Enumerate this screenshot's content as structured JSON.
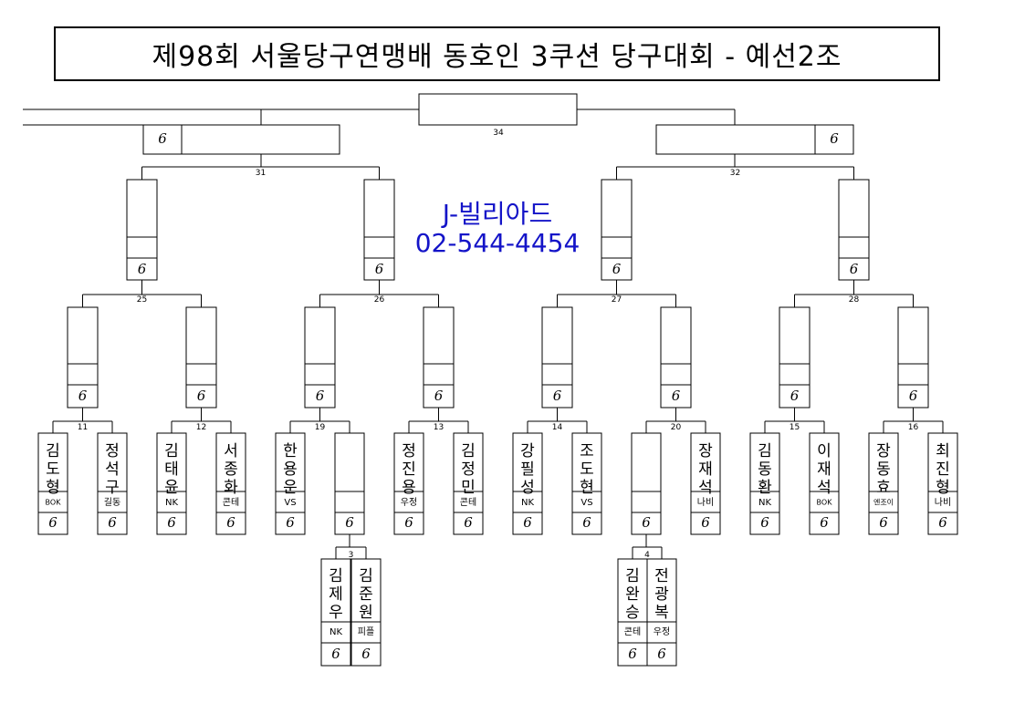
{
  "title": "제98회 서울당구연맹배 동호인 3쿠션 당구대회 - 예선2조",
  "ad": {
    "line1": "J-빌리아드",
    "line2": "02-544-4454"
  },
  "score_mark": "6",
  "matches": {
    "m3": "3",
    "m4": "4",
    "m11": "11",
    "m12": "12",
    "m13": "13",
    "m14": "14",
    "m15": "15",
    "m16": "16",
    "m19": "19",
    "m20": "20",
    "m25": "25",
    "m26": "26",
    "m27": "27",
    "m28": "28",
    "m31": "31",
    "m32": "32",
    "m34": "34"
  },
  "players": [
    {
      "name": "김도형",
      "club": "BOK"
    },
    {
      "name": "정석구",
      "club": "길동"
    },
    {
      "name": "김태윤",
      "club": "NK"
    },
    {
      "name": "서종화",
      "club": "콘테"
    },
    {
      "name": "한용운",
      "club": "VS"
    },
    {
      "name": "",
      "club": ""
    },
    {
      "name": "정진용",
      "club": "우정"
    },
    {
      "name": "김정민",
      "club": "콘테"
    },
    {
      "name": "강필성",
      "club": "NK"
    },
    {
      "name": "조도현",
      "club": "VS"
    },
    {
      "name": "",
      "club": ""
    },
    {
      "name": "장재석",
      "club": "나비"
    },
    {
      "name": "김동환",
      "club": "NK"
    },
    {
      "name": "이재석",
      "club": "BOK"
    },
    {
      "name": "장동효",
      "club": "엔조이"
    },
    {
      "name": "최진형",
      "club": "나비"
    }
  ],
  "prelim_players": [
    {
      "name": "김제우",
      "club": "NK"
    },
    {
      "name": "김준원",
      "club": "피플"
    },
    {
      "name": "김완승",
      "club": "콘테"
    },
    {
      "name": "전광복",
      "club": "우정"
    }
  ]
}
